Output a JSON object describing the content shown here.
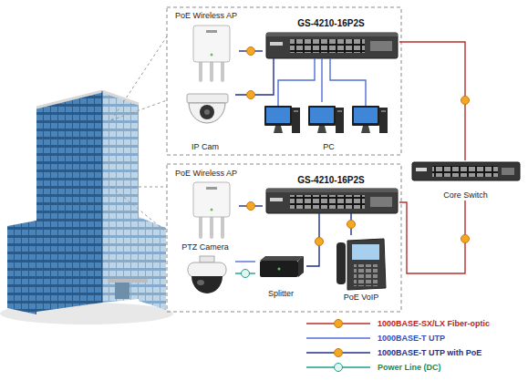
{
  "diagram": {
    "nodes": [
      {
        "text": [
          "PoE Wireless AP"
        ]
      },
      {
        "text": [
          "GS-4210-16P2S"
        ]
      },
      {
        "text": [
          "IP Cam"
        ]
      },
      {
        "text": [
          "PC"
        ]
      },
      {
        "text": [
          "Core Switch"
        ]
      },
      {
        "text": [
          "PoE Wireless AP"
        ]
      },
      {
        "text": [
          "GS-4210-16P2S"
        ]
      },
      {
        "text": [
          "PTZ Camera"
        ]
      },
      {
        "text": [
          "Splitter"
        ]
      },
      {
        "text": [
          "PoE VoIP"
        ]
      }
    ],
    "edges": [
      {
        "from": 1,
        "to": 0,
        "arrow": "none"
      },
      {
        "from": 1,
        "to": 2,
        "arrow": "none"
      },
      {
        "from": 1,
        "to": 3,
        "arrow": "none"
      },
      {
        "from": 1,
        "to": 4,
        "arrow": "none"
      },
      {
        "from": 6,
        "to": 5,
        "arrow": "none"
      },
      {
        "from": 6,
        "to": 8,
        "arrow": "none"
      },
      {
        "from": 6,
        "to": 9,
        "arrow": "none"
      },
      {
        "from": 8,
        "to": 7,
        "arrow": "none"
      },
      {
        "from": 8,
        "to": 7,
        "arrow": "none"
      },
      {
        "from": 6,
        "to": 4,
        "arrow": "none"
      }
    ],
    "legend": [
      {
        "text": "1000BASE-SX/LX Fiber-optic"
      },
      {
        "text": "1000BASE-T UTP"
      },
      {
        "text": "1000BASE-T UTP with PoE"
      },
      {
        "text": "Power Line (DC)"
      }
    ]
  }
}
